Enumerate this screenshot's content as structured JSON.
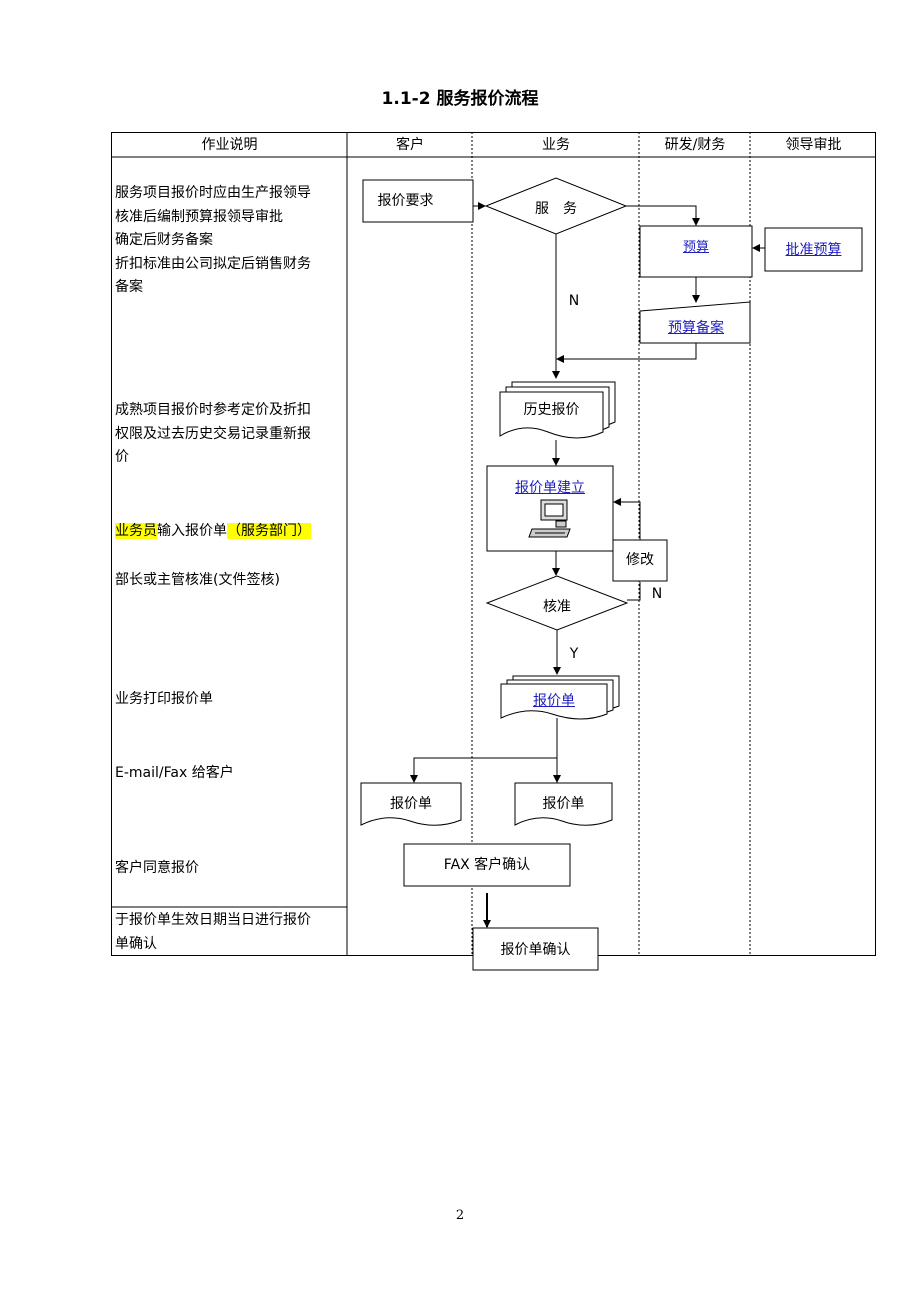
{
  "title": "1.1-2 服务报价流程",
  "columns": [
    "作业说明",
    "客户",
    "业务",
    "研发/财务",
    "领导审批"
  ],
  "descriptions": {
    "d1": [
      "服务项目报价时应由生产报领导",
      "核准后编制预算报领导审批",
      "确定后财务备案",
      "折扣标准由公司拟定后销售财务",
      "备案"
    ],
    "d2": [
      "成熟项目报价时参考定价及折扣",
      "权限及过去历史交易记录重新报",
      "价"
    ],
    "d3_a": "业务员",
    "d3_b": "输入报价单",
    "d3_c": "（服务部门）",
    "d4": "部长或主管核准(文件签核)",
    "d5": "业务打印报价单",
    "d6": "E-mail/Fax 给客户",
    "d7": "客户同意报价",
    "d8": [
      "于报价单生效日期当日进行报价",
      "单确认"
    ]
  },
  "nodes": {
    "quote_request": "报价要求",
    "service": "服　务",
    "budget": "预算",
    "approve_budget": "批准预算",
    "budget_filing": "预算备案",
    "history_quote": "历史报价",
    "create_quote": "报价单建立",
    "modify": "修改",
    "approve": "核准",
    "quote_doc": "报价单",
    "quote_customer": "报价单",
    "quote_business": "报价单",
    "fax_confirm": "FAX 客户确认",
    "quote_confirm": "报价单确认"
  },
  "edge_labels": {
    "n1": "N",
    "n2": "N",
    "y": "Y"
  },
  "page_number": "2"
}
